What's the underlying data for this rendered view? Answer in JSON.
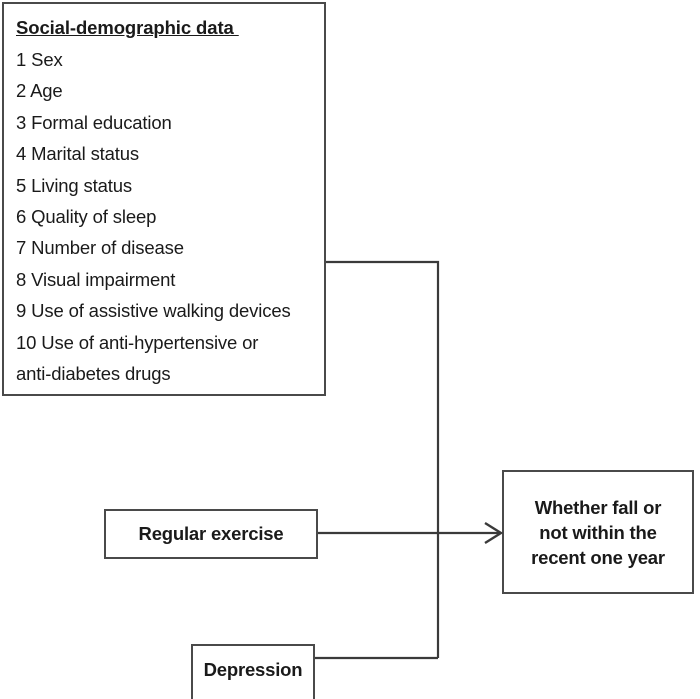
{
  "diagram": {
    "type": "flow-diagram",
    "predictors": {
      "title": "Social-demographic data ",
      "items": [
        "1 Sex",
        "2 Age",
        "3 Formal education",
        "4 Marital status",
        "5 Living status",
        "6 Quality of sleep",
        "7 Number of disease",
        "8 Visual impairment",
        "9 Use of assistive walking devices",
        "10 Use of anti-hypertensive or",
        "anti-diabetes drugs"
      ]
    },
    "exposure": {
      "label": "Regular exercise"
    },
    "mediator": {
      "label": "Depression"
    },
    "outcome": {
      "line1": "Whether fall or",
      "line2": "not within the",
      "line3": "recent one year"
    },
    "colors": {
      "background": "#ffffff",
      "border": "#4a4a4a",
      "connector": "#3a3a3a",
      "text": "#1a1a1a"
    }
  }
}
